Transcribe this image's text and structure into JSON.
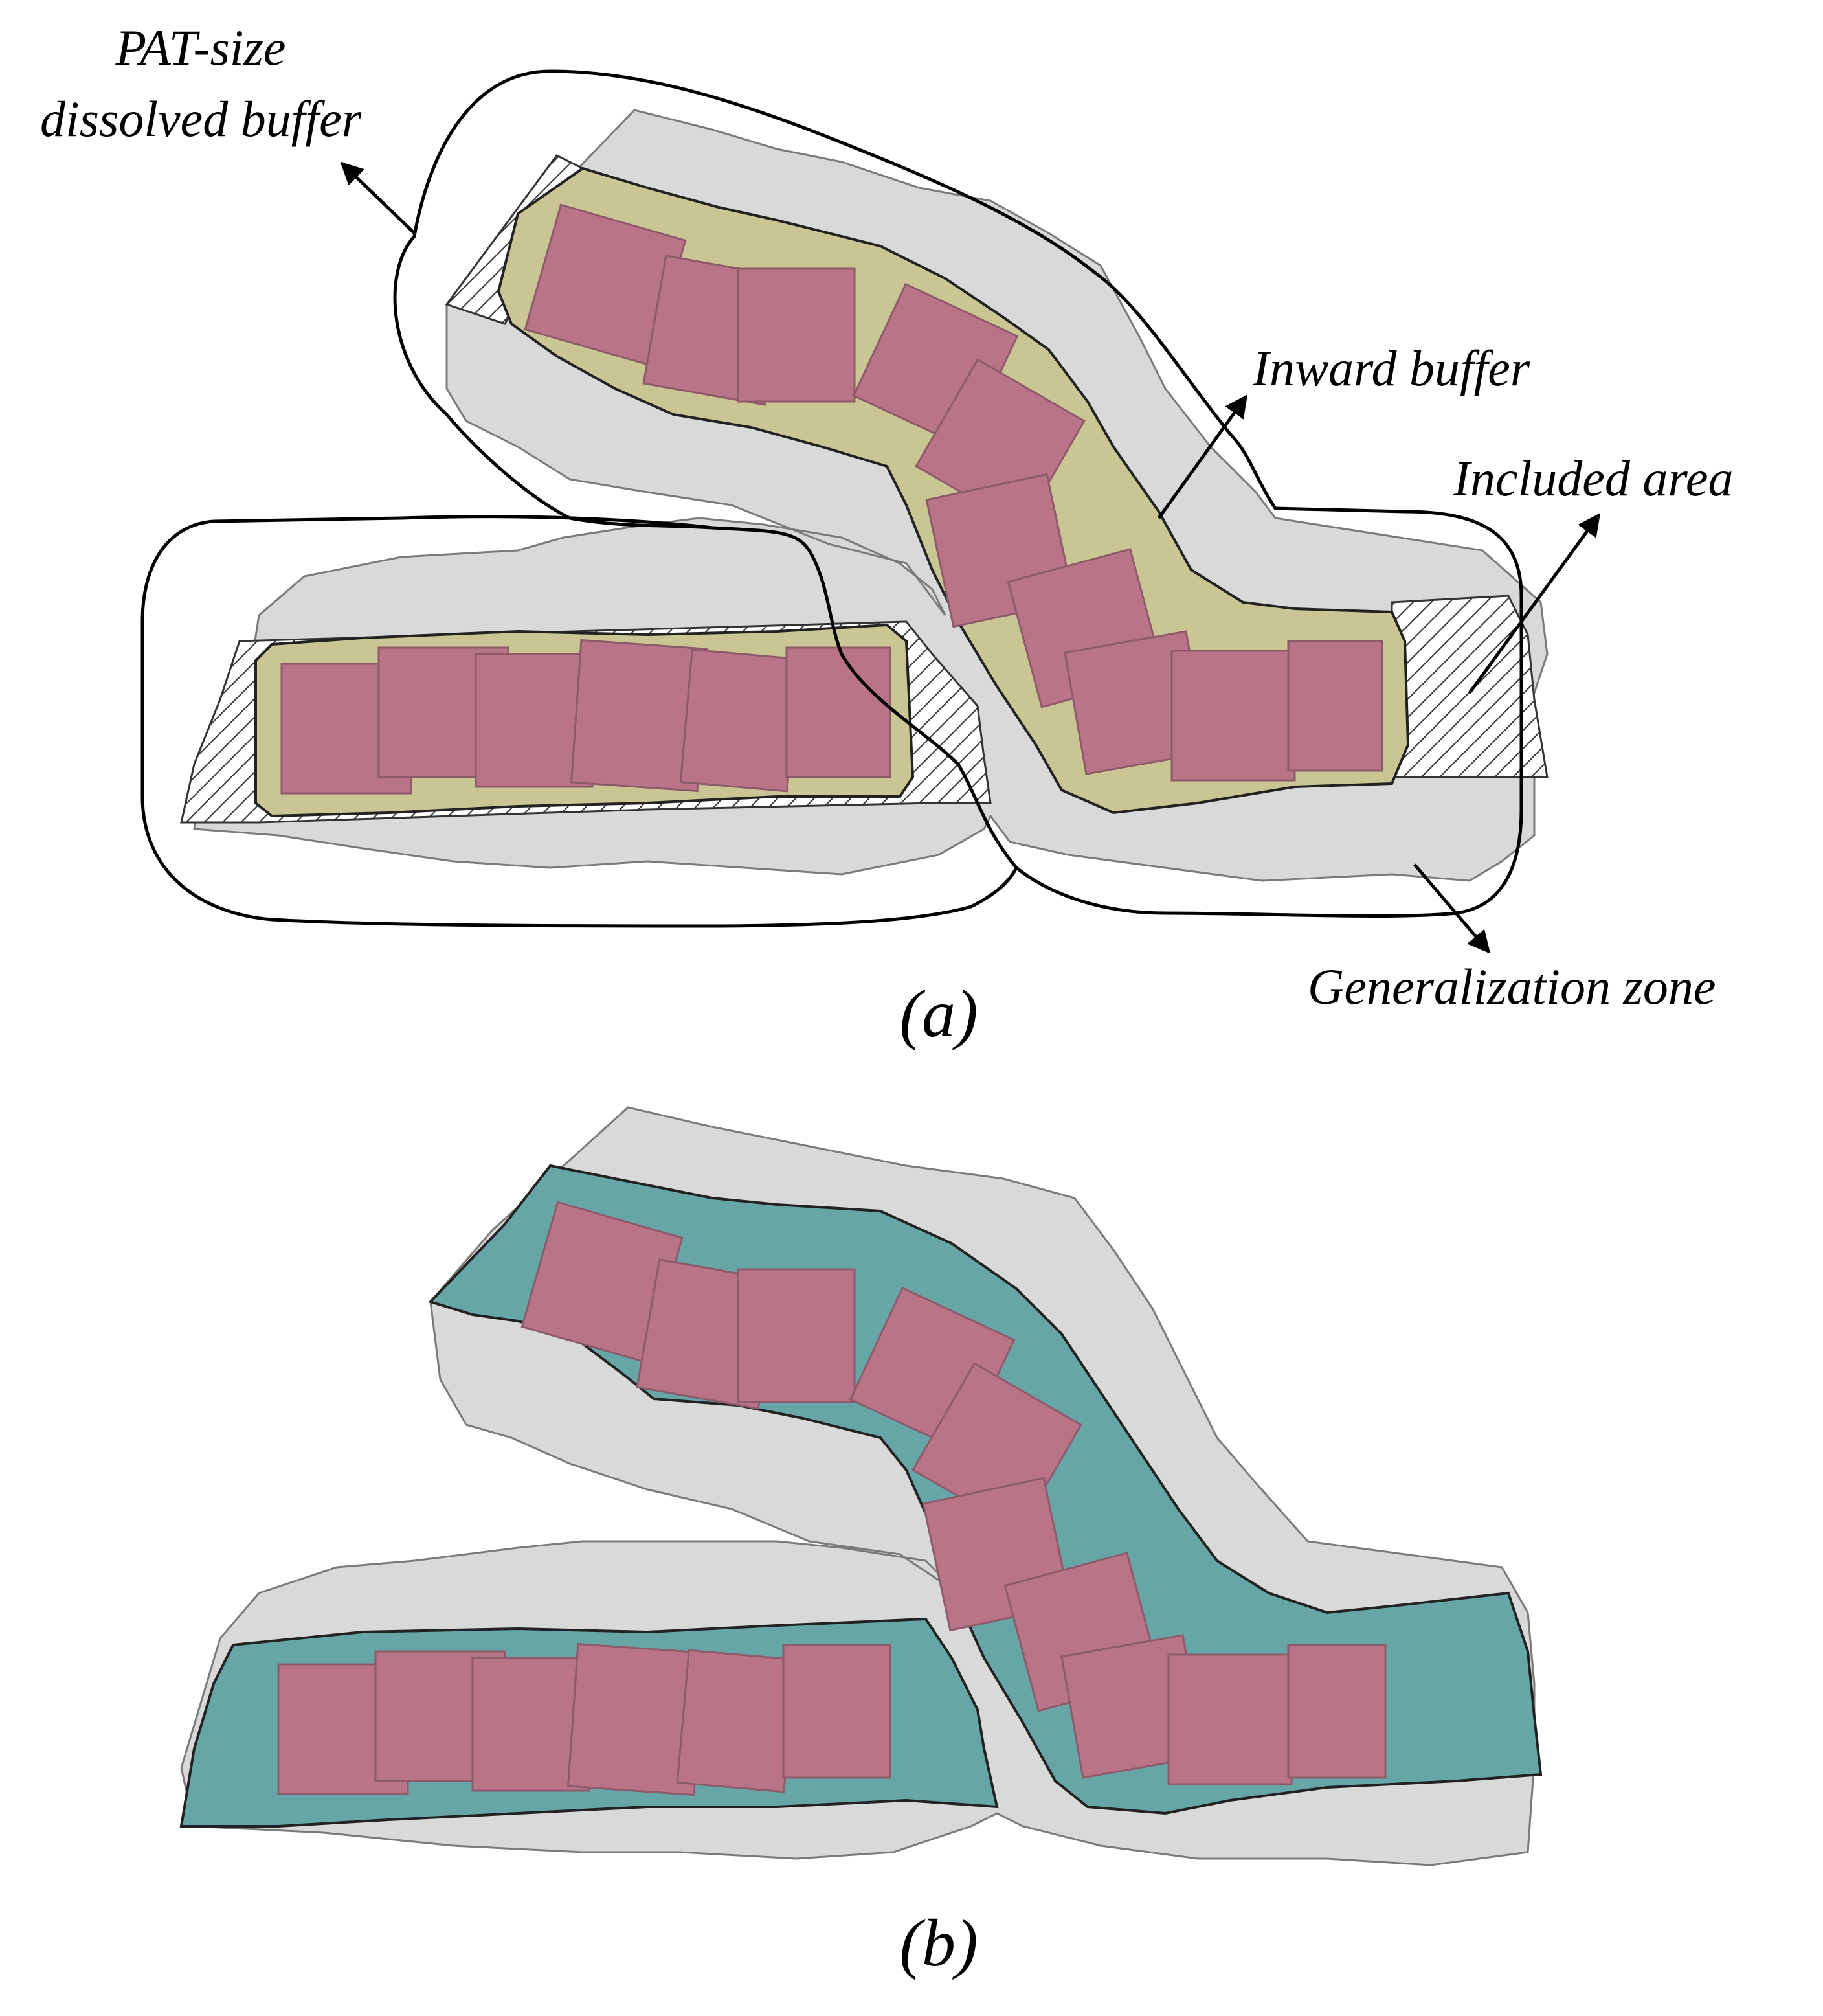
{
  "labels": {
    "pat_buffer_line1": "PAT-size",
    "pat_buffer_line2": "dissolved buffer",
    "inward_buffer": "Inward buffer",
    "included_area": "Included area",
    "generalization_zone": "Generalization zone",
    "panel_a": "(a)",
    "panel_b": "(b)"
  },
  "colors": {
    "zone_fill": "#d9d9d9",
    "zone_stroke": "#7a7a7a",
    "building_fill": "#b97488",
    "building_stroke": "#8e5a6b",
    "inward_buffer_fill": "#c9c693",
    "included_hatch": "#333333",
    "result_fill": "#67a6a6",
    "outline": "#000000"
  }
}
